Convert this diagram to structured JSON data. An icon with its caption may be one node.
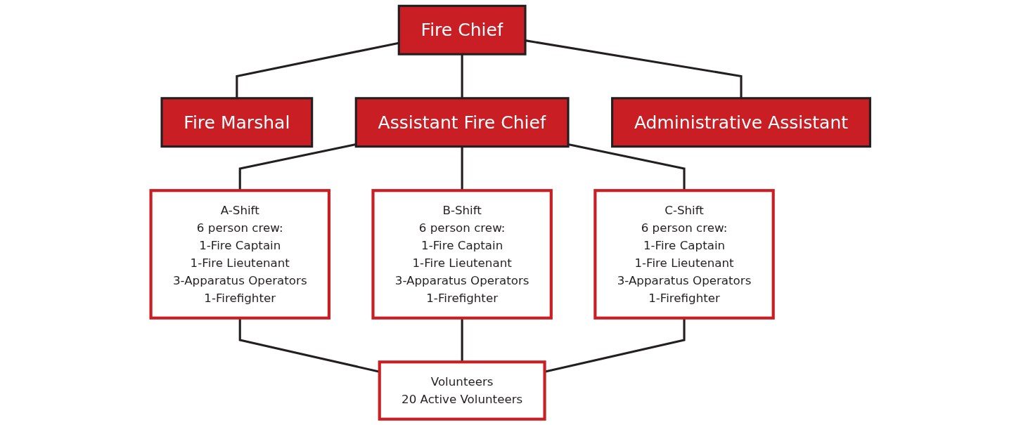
{
  "diagram": {
    "nodes": [
      {
        "text": [
          "Fire Chief"
        ]
      },
      {
        "text": [
          "Fire Marshal"
        ]
      },
      {
        "text": [
          "Assistant Fire Chief"
        ]
      },
      {
        "text": [
          "Administrative Assistant"
        ]
      },
      {
        "text": [
          "A-Shift",
          "6 person crew:",
          "1-Fire Captain",
          "1-Fire Lieutenant",
          "3-Apparatus Operators",
          "1-Firefighter"
        ]
      },
      {
        "text": [
          "B-Shift",
          "6 person crew:",
          "1-Fire Captain",
          "1-Fire Lieutenant",
          "3-Apparatus Operators",
          "1-Firefighter"
        ]
      },
      {
        "text": [
          "C-Shift",
          "6 person crew:",
          "1-Fire Captain",
          "1-Fire Lieutenant",
          "3-Apparatus Operators",
          "1-Firefighter"
        ]
      },
      {
        "text": [
          "Volunteers",
          "20 Active Volunteers"
        ]
      }
    ],
    "edges": [
      {
        "from": 0,
        "to": 1,
        "arrow": "none"
      },
      {
        "from": 0,
        "to": 2,
        "arrow": "none"
      },
      {
        "from": 0,
        "to": 3,
        "arrow": "none"
      },
      {
        "from": 2,
        "to": 4,
        "arrow": "none"
      },
      {
        "from": 2,
        "to": 5,
        "arrow": "none"
      },
      {
        "from": 2,
        "to": 6,
        "arrow": "none"
      },
      {
        "from": 4,
        "to": 7,
        "arrow": "none"
      },
      {
        "from": 5,
        "to": 7,
        "arrow": "none"
      },
      {
        "from": 6,
        "to": 7,
        "arrow": "none"
      }
    ]
  }
}
